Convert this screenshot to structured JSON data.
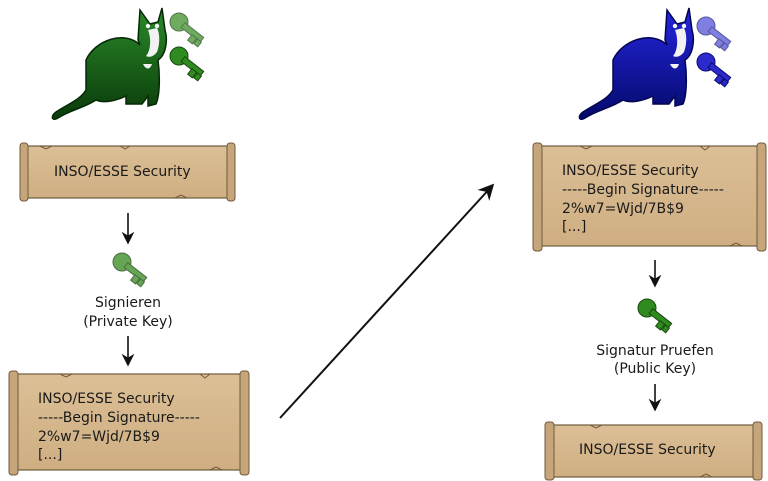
{
  "left": {
    "scroll_top": {
      "line1": "INSO/ESSE Security"
    },
    "step_label": {
      "line1": "Signieren",
      "line2": "(Private Key)"
    },
    "scroll_bottom": {
      "line1": "INSO/ESSE Security",
      "line2": "-----Begin Signature-----",
      "line3": "2%w7=Wjd/7B$9",
      "line4": "[...]"
    }
  },
  "right": {
    "scroll_top": {
      "line1": "INSO/ESSE Security",
      "line2": "-----Begin Signature-----",
      "line3": "2%w7=Wjd/7B$9",
      "line4": "[...]"
    },
    "step_label": {
      "line1": "Signatur Pruefen",
      "line2": "(Public Key)"
    },
    "scroll_bottom": {
      "line1": "INSO/ESSE Security"
    }
  },
  "colors": {
    "left_cat": "#0f5a12",
    "right_cat": "#0a14b4",
    "green_key": "#2f8a1f",
    "blue_key": "#2a2acd",
    "parchment": "#d8b88f",
    "parchment_edge": "#6f5a3d"
  },
  "icons": {
    "cat": "cat-icon",
    "private_key": "key-icon",
    "public_key": "key-icon"
  }
}
